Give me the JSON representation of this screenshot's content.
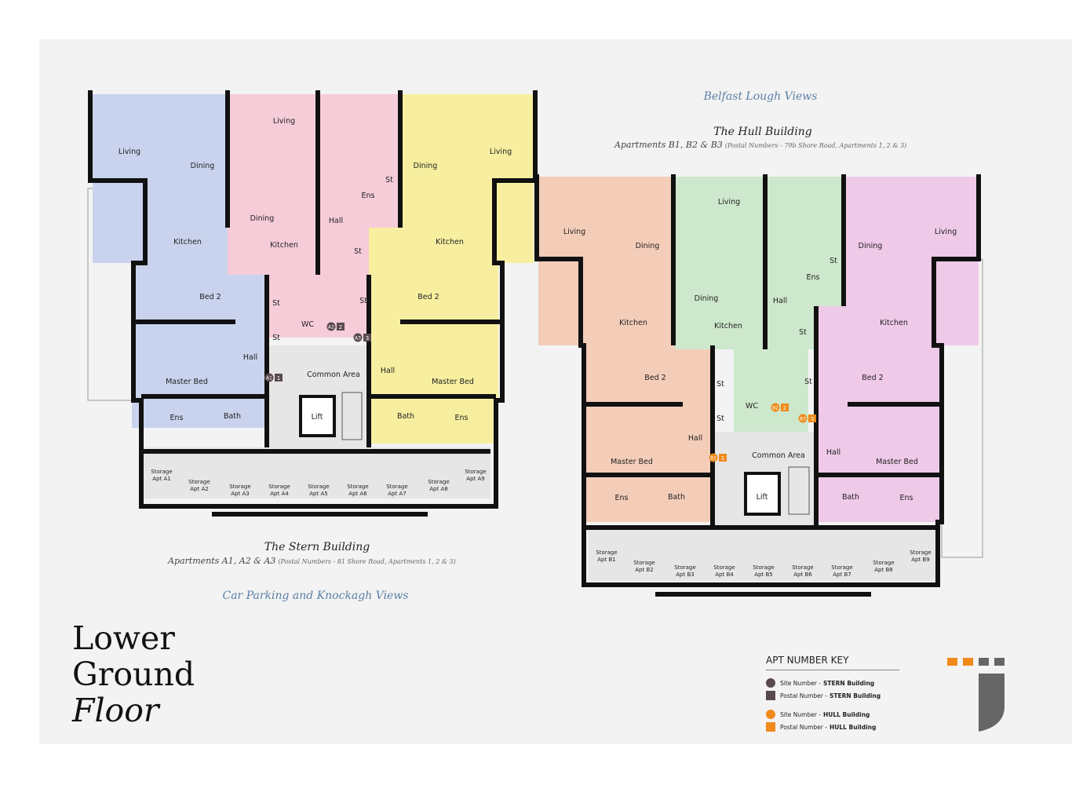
{
  "views": {
    "north": "Belfast Lough Views",
    "south": "Car Parking and Knockagh Views"
  },
  "stern": {
    "name": "The Stern Building",
    "subtitle": "Apartments A1, A2 & A3",
    "postal": "(Postal Numbers - 81 Shore Road, Apartments 1, 2 & 3)",
    "storage": [
      "Storage\nApt A1",
      "Storage\nApt A2",
      "Storage\nApt A3",
      "Storage\nApt A4",
      "Storage\nApt A5",
      "Storage\nApt A6",
      "Storage\nApt A7",
      "Storage\nApt A8",
      "Storage\nApt A9"
    ],
    "markers": [
      [
        "A1",
        "1"
      ],
      [
        "A2",
        "2"
      ],
      [
        "A3",
        "3"
      ]
    ]
  },
  "hull": {
    "name": "The Hull Building",
    "subtitle": "Apartments B1, B2 & B3",
    "postal": "(Postal Numbers - 79b Shore Road, Apartments 1, 2 & 3)",
    "storage": [
      "Storage\nApt B1",
      "Storage\nApt B2",
      "Storage\nApt B3",
      "Storage\nApt B4",
      "Storage\nApt B5",
      "Storage\nApt B6",
      "Storage\nApt B7",
      "Storage\nApt B8",
      "Storage\nApt B9"
    ],
    "markers": [
      [
        "B1",
        "1"
      ],
      [
        "B2",
        "2"
      ],
      [
        "B3",
        "3"
      ]
    ]
  },
  "rooms": {
    "living": "Living",
    "dining": "Dining",
    "kitchen": "Kitchen",
    "bed2": "Bed 2",
    "master_bed": "Master Bed",
    "hall": "Hall",
    "ens": "Ens",
    "bath": "Bath",
    "st": "St",
    "wc": "WC",
    "common_area": "Common Area",
    "lift": "Lift"
  },
  "floor_title": [
    "Lower",
    "Ground",
    "Floor"
  ],
  "key": {
    "title": "APT NUMBER KEY",
    "items": [
      {
        "text": "Site Number - ",
        "bold": "STERN Building",
        "shape": "circle",
        "color": "#5a4a50"
      },
      {
        "text": "Postal Number - ",
        "bold": "STERN Building",
        "shape": "square",
        "color": "#5a4a50"
      },
      {
        "text": "Site Number - ",
        "bold": "HULL Building",
        "shape": "circle",
        "color": "#ef8a1a"
      },
      {
        "text": "Postal Number - ",
        "bold": "HULL Building",
        "shape": "square",
        "color": "#ef8a1a"
      }
    ]
  },
  "colors": {
    "blue": "#c9d3ee",
    "pink": "#f5ccd8",
    "yellow": "#f7ef9f",
    "salmon": "#f4cdb9",
    "green": "#cde8cc",
    "purple": "#efc9e8",
    "grey": "#e6e6e6",
    "wall": "#111111",
    "stern_marker": "#5a4a50",
    "hull_marker": "#ef8a1a"
  }
}
